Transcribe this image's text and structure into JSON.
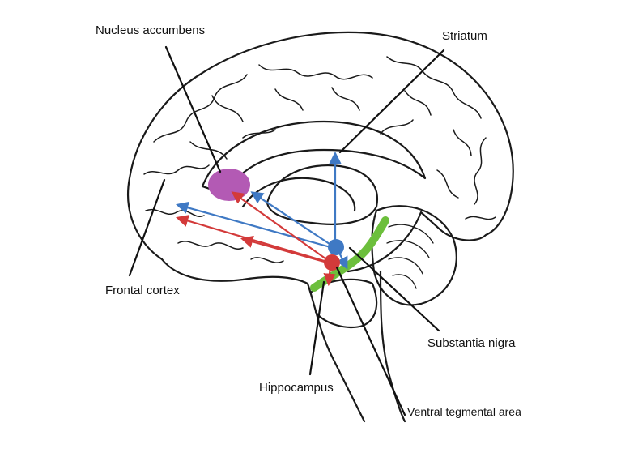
{
  "labels": {
    "nucleus_accumbens": "Nucleus accumbens",
    "striatum": "Striatum",
    "frontal_cortex": "Frontal cortex",
    "substantia_nigra": "Substantia nigra",
    "hippocampus": "Hippocampus",
    "ventral_tegmental_area": "Ventral tegmental area"
  },
  "colors": {
    "background": "#ffffff",
    "line_art": "#1a1a1a",
    "nucleus_accumbens_fill": "#b35ab4",
    "mesolimbic_pathway": "#d33a3a",
    "nigrostriatal_pathway": "#3f79c4",
    "substantia_nigra_band": "#6cbf3c"
  },
  "icons": {
    "vta_node": "red-circle",
    "snc_node": "blue-circle",
    "arrowhead": "triangle"
  }
}
